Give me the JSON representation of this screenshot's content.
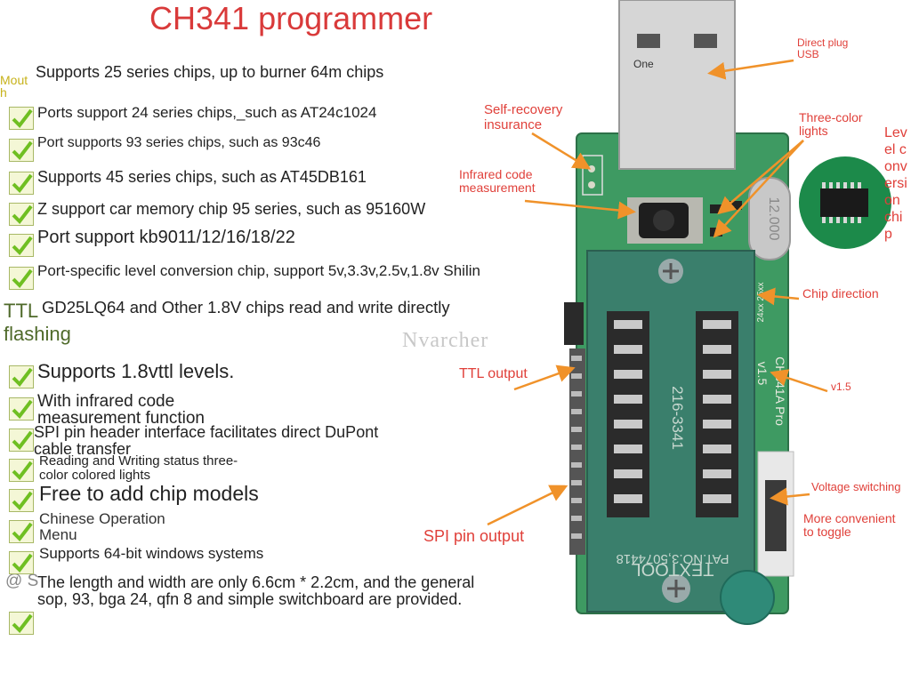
{
  "title": "CH341 programmer",
  "side_notes": {
    "mouth": "Mout\nh",
    "ttl_flashing": "TTL\nflashing",
    "at": "@ S"
  },
  "features": [
    "Supports 25 series chips, up to burner 64m chips",
    "Ports support 24 series chips,_such as AT24c1024",
    "Port supports 93 series chips, such as 93c46",
    "Supports 45 series chips, such as AT45DB161",
    "Z support car memory chip 95 series, such as 95160W",
    "Port support kb9011/12/16/18/22",
    "Port-specific level conversion chip, support 5v,3.3v,2.5v,1.8v Shilin",
    "GD25LQ64 and Other 1.8V chips read and write directly",
    "Supports 1.8vttl levels.",
    "With infrared code\nmeasurement function",
    "SPI pin header interface facilitates direct DuPont\ncable transfer",
    "Reading and Writing status three-\ncolor colored lights",
    "Free to add chip models",
    "Chinese Operation\nMenu",
    "Supports 64-bit windows systems",
    "The length and width are only 6.6cm * 2.2cm, and the general\nsop, 93, bga 24, qfn 8 and simple switchboard are provided."
  ],
  "callouts": {
    "usb": "Direct plug\nUSB",
    "self_recovery": "Self-recovery\ninsurance",
    "three_color": "Three-color\nlights",
    "infrared": "Infrared code\nmeasurement",
    "level_chip": "Level conversion chip",
    "chip_direction": "Chip direction",
    "ttl_output": "TTL output",
    "version": "v1.5",
    "voltage": "Voltage switching",
    "convenient": "More convenient\nto toggle",
    "spi_output": "SPI pin output"
  },
  "board_text": {
    "usb_one": "One",
    "crystal": "12.000",
    "socket_code": "216-3341",
    "socket_brand": "TEXTOOL",
    "socket_patent": "PAT.NO.3,5074418",
    "board_name": "CH341A Pro",
    "board_version": "v1.5",
    "pin_label": "24xx 25xx"
  },
  "watermark": "Nvarcher",
  "colors": {
    "title": "#d93a3a",
    "callout": "#e0403a",
    "arrow": "#f0922a",
    "pcb": "#3e9a62",
    "socket": "#3a7f6c",
    "check": "#6fbf22",
    "ttl": "#4f6a2a"
  }
}
